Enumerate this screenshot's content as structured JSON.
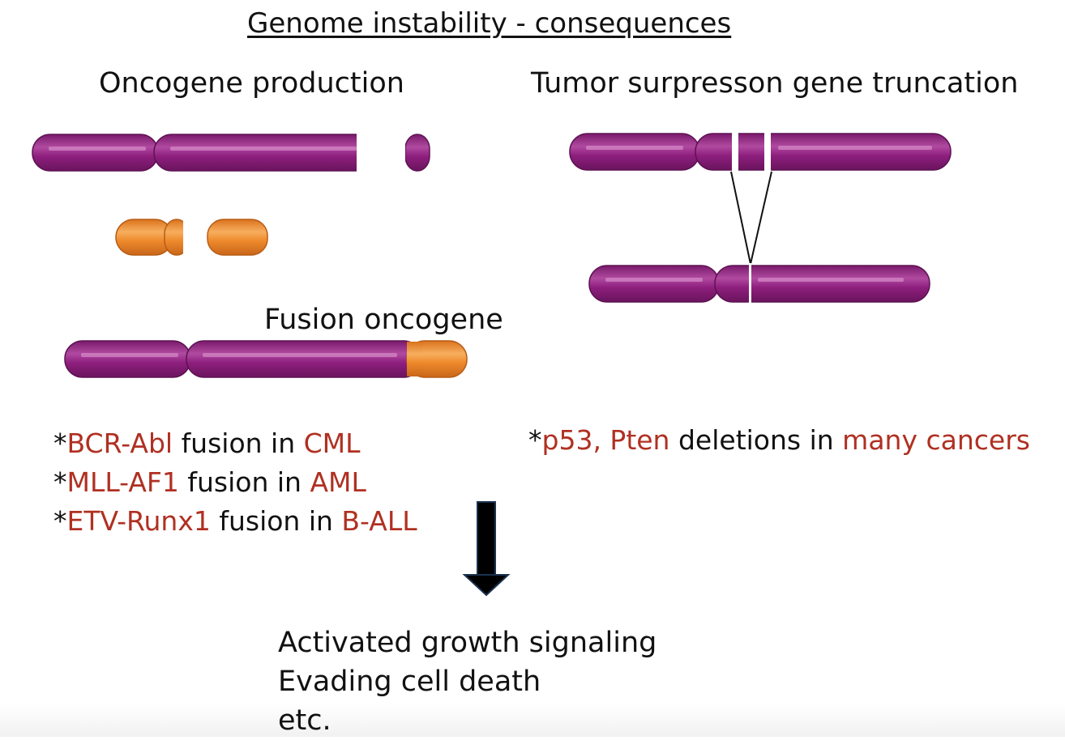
{
  "title": "Genome instability - consequences",
  "left": {
    "heading": "Oncogene production",
    "fusion_label": "Fusion oncogene",
    "examples": [
      {
        "prefix": "*",
        "gene": "BCR-Abl",
        "middle": " fusion  in ",
        "disease": "CML"
      },
      {
        "prefix": "*",
        "gene": "MLL-AF1",
        "middle": " fusion  in ",
        "disease": "AML"
      },
      {
        "prefix": "*",
        "gene": "ETV-Runx1",
        "middle": " fusion in ",
        "disease": "B-ALL"
      }
    ]
  },
  "right": {
    "heading": "Tumor surpresson gene truncation",
    "example": {
      "prefix": "*",
      "gene": "p53, Pten",
      "middle": " deletions in ",
      "disease": "many cancers"
    }
  },
  "outcomes": [
    "Activated growth signaling",
    "Evading cell death",
    "etc."
  ],
  "colors": {
    "chromosome_purple": "#8e1f7e",
    "chromosome_orange": "#ee8a2c",
    "highlight_red": "#b03022",
    "arrow": "#000000"
  }
}
